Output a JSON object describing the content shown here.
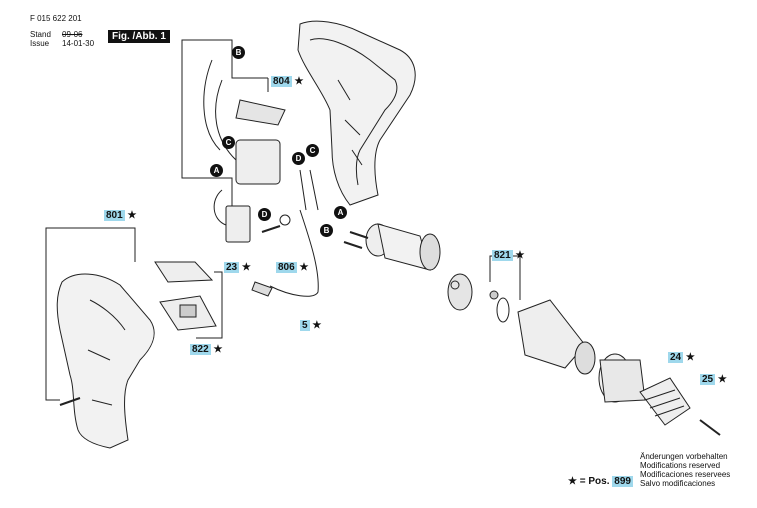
{
  "header": {
    "doc_number": "F 015 622 201",
    "stand_label": "Stand",
    "issue_label": "Issue",
    "stand_value": "09-06",
    "issue_value": "14-01-30",
    "figure_label": "Fig. /Abb. 1"
  },
  "callouts": [
    "A",
    "B",
    "C",
    "D"
  ],
  "parts": [
    {
      "num": "804",
      "star": "★"
    },
    {
      "num": "801",
      "star": "★"
    },
    {
      "num": "806",
      "star": "★"
    },
    {
      "num": "23",
      "star": "★"
    },
    {
      "num": "5",
      "star": "★"
    },
    {
      "num": "822",
      "star": "★"
    },
    {
      "num": "821",
      "star": "★"
    },
    {
      "num": "24",
      "star": "★"
    },
    {
      "num": "25",
      "star": "★"
    }
  ],
  "legend": {
    "prefix": "★ = Pos.",
    "num": "899"
  },
  "notes": [
    "Änderungen vorbehalten",
    "Modifications reserved",
    "Modificaciones reservees",
    "Salvo modificaciones"
  ]
}
